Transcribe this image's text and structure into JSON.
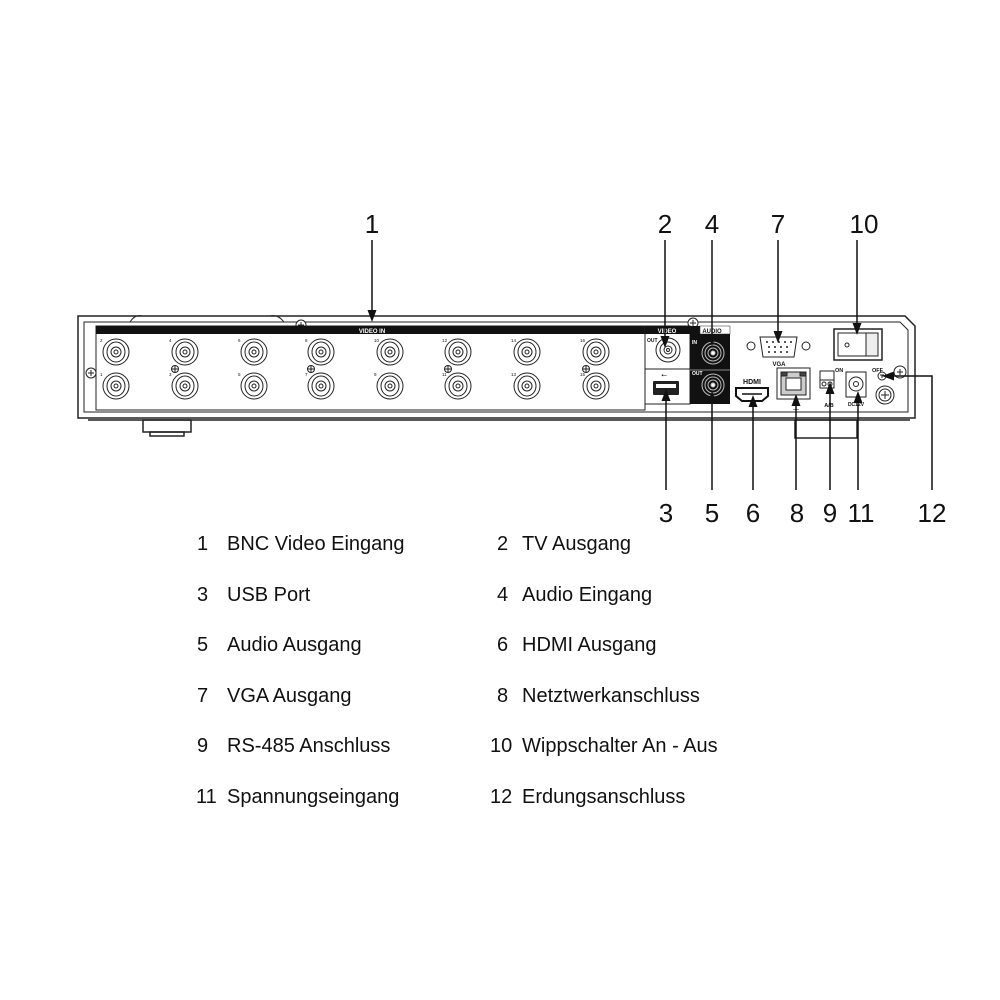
{
  "callouts": {
    "top": [
      {
        "n": "1",
        "target": "video-in"
      },
      {
        "n": "2",
        "target": "video-out"
      },
      {
        "n": "4",
        "target": "audio-in"
      },
      {
        "n": "7",
        "target": "vga"
      },
      {
        "n": "10",
        "target": "power-switch"
      }
    ],
    "bottom": [
      {
        "n": "3",
        "target": "usb"
      },
      {
        "n": "5",
        "target": "audio-out"
      },
      {
        "n": "6",
        "target": "hdmi"
      },
      {
        "n": "8",
        "target": "network"
      },
      {
        "n": "9",
        "target": "rs485"
      },
      {
        "n": "11",
        "target": "power-input"
      },
      {
        "n": "12",
        "target": "ground"
      }
    ]
  },
  "panel": {
    "video_in": "VIDEO IN",
    "video": "VIDEO",
    "out": "OUT",
    "audio": "AUDIO",
    "audio_in": "IN",
    "audio_out": "OUT",
    "vga": "VGA",
    "hdmi": "HDMI",
    "on": "ON",
    "off": "OFF",
    "ab": "A/B",
    "dc": "DC12V",
    "channels_top": [
      "2",
      "4",
      "6",
      "8",
      "10",
      "12",
      "14",
      "16"
    ],
    "channels_bottom": [
      "1",
      "3",
      "5",
      "7",
      "9",
      "11",
      "13",
      "15"
    ]
  },
  "legend": [
    {
      "n": "1",
      "label": "BNC Video Eingang"
    },
    {
      "n": "2",
      "label": "TV Ausgang"
    },
    {
      "n": "3",
      "label": "USB Port"
    },
    {
      "n": "4",
      "label": "Audio Eingang"
    },
    {
      "n": "5",
      "label": "Audio Ausgang"
    },
    {
      "n": "6",
      "label": "HDMI Ausgang"
    },
    {
      "n": "7",
      "label": "VGA Ausgang"
    },
    {
      "n": "8",
      "label": "Netztwerkanschluss"
    },
    {
      "n": "9",
      "label": "RS-485 Anschluss"
    },
    {
      "n": "10",
      "label": "Wippschalter An - Aus"
    },
    {
      "n": "11",
      "label": "Spannungseingang"
    },
    {
      "n": "12",
      "label": "Erdungsanschluss"
    }
  ]
}
